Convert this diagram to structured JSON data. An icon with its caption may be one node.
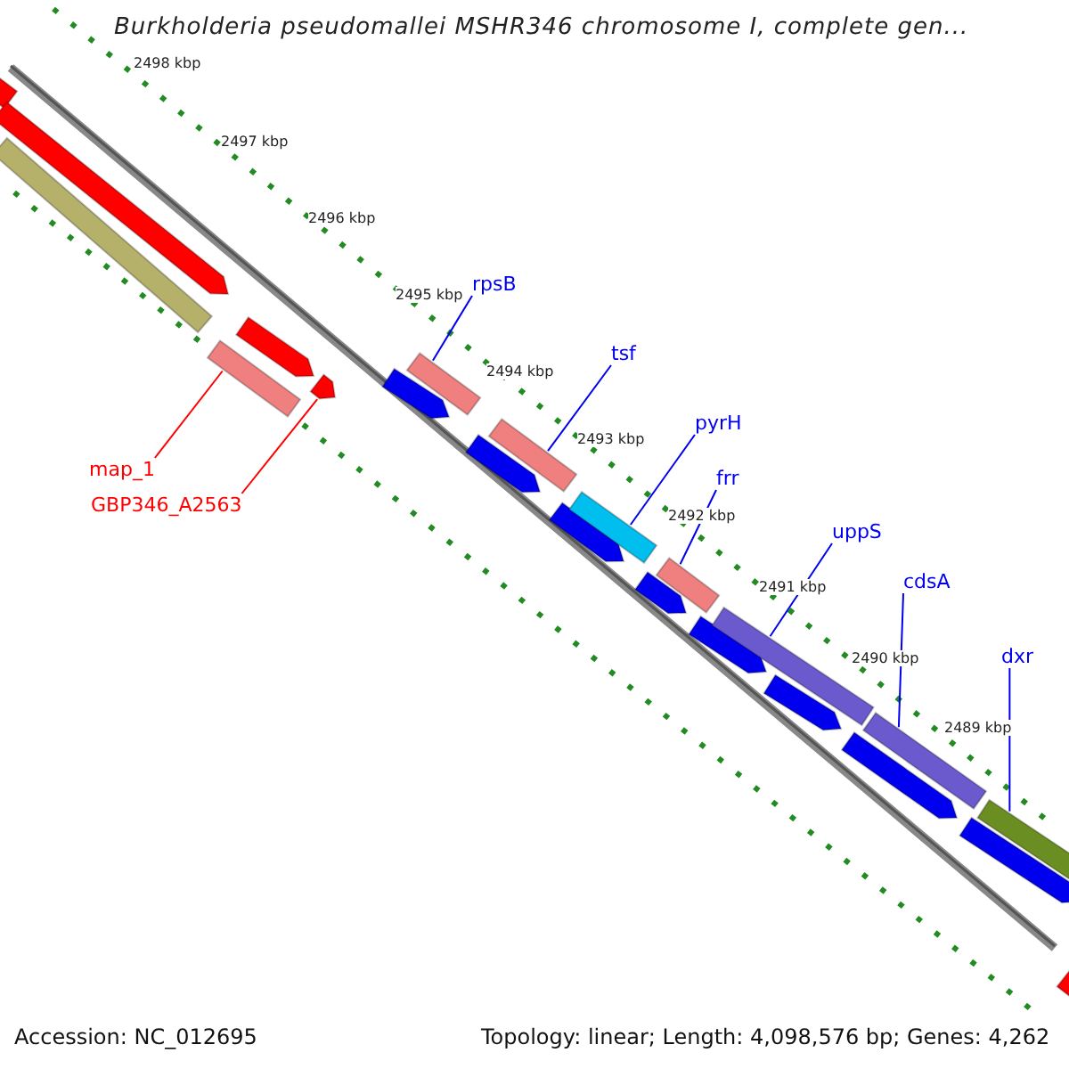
{
  "diagram": {
    "title": "Burkholderia pseudomallei MSHR346 chromosome I, complete gen...",
    "nodes": [
      {
        "text": [],
        "shape": "bar"
      },
      {
        "text": [],
        "shape": "arrow"
      },
      {
        "text": [],
        "shape": "bar"
      },
      {
        "text": [],
        "shape": "bar"
      },
      {
        "text": [],
        "shape": "arrow"
      },
      {
        "text": [],
        "shape": "arrow"
      },
      {
        "text": [],
        "shape": "arrow"
      },
      {
        "text": [],
        "shape": "bar"
      },
      {
        "text": [],
        "shape": "arrow"
      },
      {
        "text": [],
        "shape": "bar"
      },
      {
        "text": [],
        "shape": "arrow"
      },
      {
        "text": [],
        "shape": "bar"
      },
      {
        "text": [],
        "shape": "arrow"
      },
      {
        "text": [],
        "shape": "bar"
      },
      {
        "text": [],
        "shape": "arrow"
      },
      {
        "text": [],
        "shape": "bar"
      },
      {
        "text": [],
        "shape": "arrow"
      },
      {
        "text": [],
        "shape": "arrow"
      },
      {
        "text": [],
        "shape": "bar"
      },
      {
        "text": [],
        "shape": "arrow"
      },
      {
        "text": [],
        "shape": "bar"
      },
      {
        "text": [],
        "shape": "bar"
      },
      {
        "text": [
          "map_1"
        ]
      },
      {
        "text": [
          "GBP346_A2563"
        ]
      },
      {
        "text": [
          "rpsB"
        ]
      },
      {
        "text": [
          "tsf"
        ]
      },
      {
        "text": [
          "pyrH"
        ]
      },
      {
        "text": [
          "frr"
        ]
      },
      {
        "text": [
          "uppS"
        ]
      },
      {
        "text": [
          "cdsA"
        ]
      },
      {
        "text": [
          "dxr"
        ]
      }
    ],
    "edges": [
      {
        "from": 22,
        "to": 3,
        "arrow": "none",
        "color": "#ff0000"
      },
      {
        "from": 23,
        "to": 5,
        "arrow": "none",
        "color": "#ff0000"
      },
      {
        "from": 24,
        "to": 7,
        "arrow": "none"
      },
      {
        "from": 25,
        "to": 9,
        "arrow": "none"
      },
      {
        "from": 26,
        "to": 11,
        "arrow": "none"
      },
      {
        "from": 27,
        "to": 13,
        "arrow": "none"
      },
      {
        "from": 28,
        "to": 15,
        "arrow": "none"
      },
      {
        "from": 29,
        "to": 18,
        "arrow": "none"
      },
      {
        "from": 30,
        "to": 20,
        "arrow": "none"
      }
    ],
    "labels": [
      "2498 kbp",
      "2497 kbp",
      "2496 kbp",
      "2495 kbp",
      "2494 kbp",
      "2493 kbp",
      "2492 kbp",
      "2491 kbp",
      "2490 kbp",
      "2489 kbp",
      "Accession: NC_012695",
      "Topology: linear; Length: 4,098,576 bp; Genes: 4,262"
    ]
  }
}
